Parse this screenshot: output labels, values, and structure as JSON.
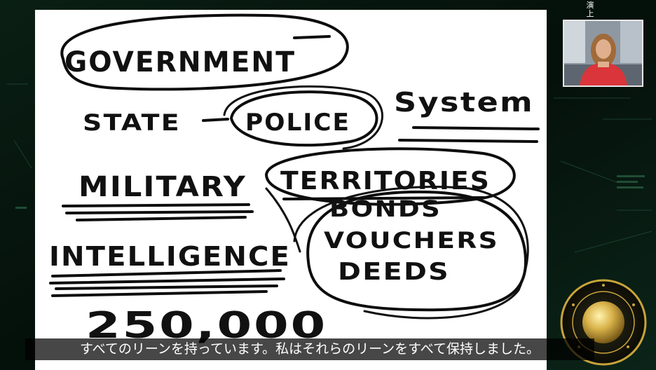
{
  "corner_label": {
    "line1": "演",
    "line2": "上"
  },
  "whiteboard": {
    "government": "GOVERNMENT",
    "state": "STATE",
    "police": "POLICE",
    "system": "System",
    "military": "MILITARY",
    "territories": "TERRITORIES",
    "bonds": "BONDS",
    "vouchers": "VOUCHERS",
    "intelligence": "INTELLIGENCE",
    "deeds": "DEEDS",
    "number": "250,000"
  },
  "subtitle": "すべてのリーンを持っています。私はそれらのリーンをすべて保持しました。",
  "colors": {
    "board": "#ffffff",
    "ink": "#0d0d0d",
    "background": "#06120c",
    "seal_gold": "#c9a43a"
  },
  "pip": {
    "icon": "presenter-video-thumbnail"
  },
  "seal": {
    "icon": "agency-seal-emblem"
  }
}
